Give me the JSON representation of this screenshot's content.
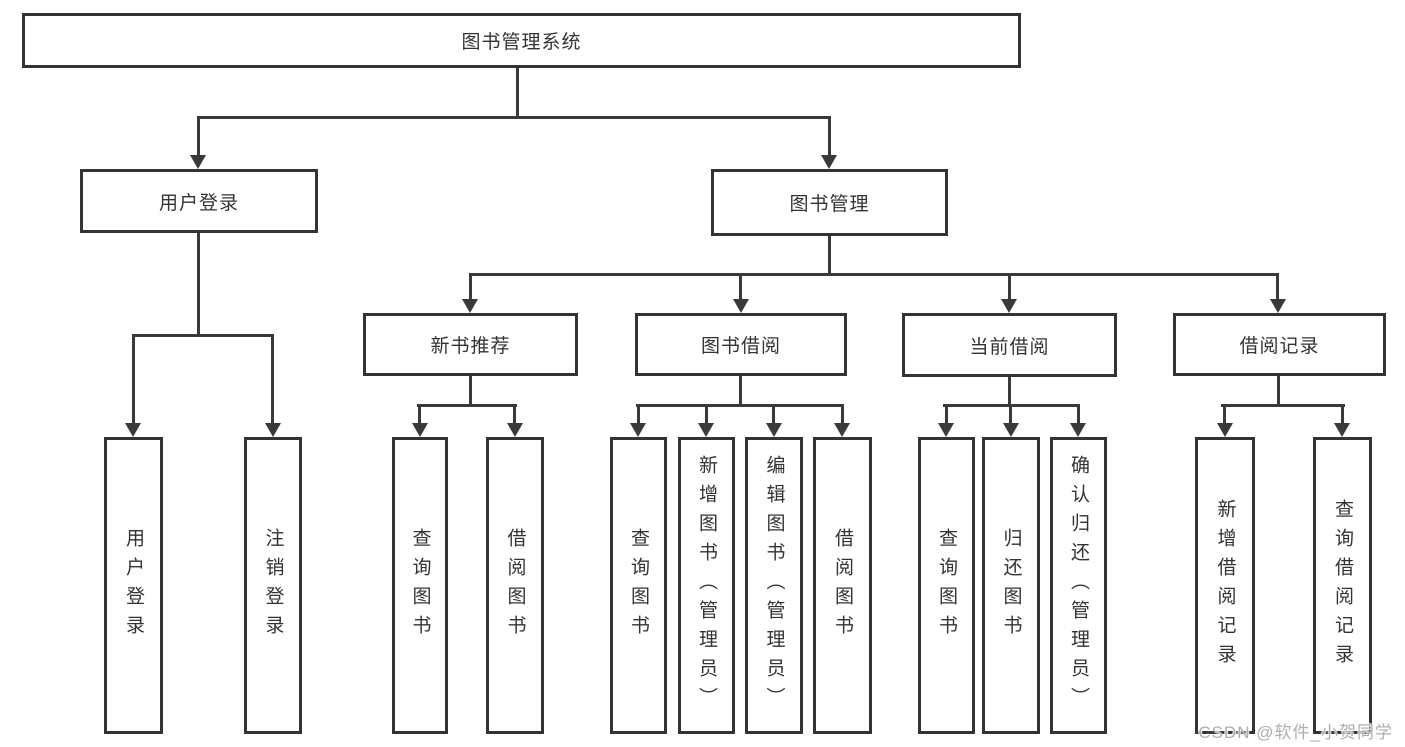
{
  "diagram_title": "图书管理系统",
  "tree": {
    "label": "图书管理系统",
    "children": [
      {
        "label": "用户登录",
        "children": [
          {
            "label": "用户登录"
          },
          {
            "label": "注销登录"
          }
        ]
      },
      {
        "label": "图书管理",
        "children": [
          {
            "label": "新书推荐",
            "children": [
              {
                "label": "查询图书"
              },
              {
                "label": "借阅图书"
              }
            ]
          },
          {
            "label": "图书借阅",
            "children": [
              {
                "label": "查询图书"
              },
              {
                "label": "新增图书（管理员）"
              },
              {
                "label": "编辑图书（管理员）"
              },
              {
                "label": "借阅图书"
              }
            ]
          },
          {
            "label": "当前借阅",
            "children": [
              {
                "label": "查询图书"
              },
              {
                "label": "归还图书"
              },
              {
                "label": "确认归还（管理员）"
              }
            ]
          },
          {
            "label": "借阅记录",
            "children": [
              {
                "label": "新增借阅记录"
              },
              {
                "label": "查询借阅记录"
              }
            ]
          }
        ]
      }
    ]
  },
  "watermark": {
    "text": "CSDN @软件_小贺同学"
  },
  "colors": {
    "background": "#ffffff",
    "line": "#3a3a3a",
    "box_border": "#333333",
    "text": "#333333",
    "watermark": "#aeaeae"
  }
}
